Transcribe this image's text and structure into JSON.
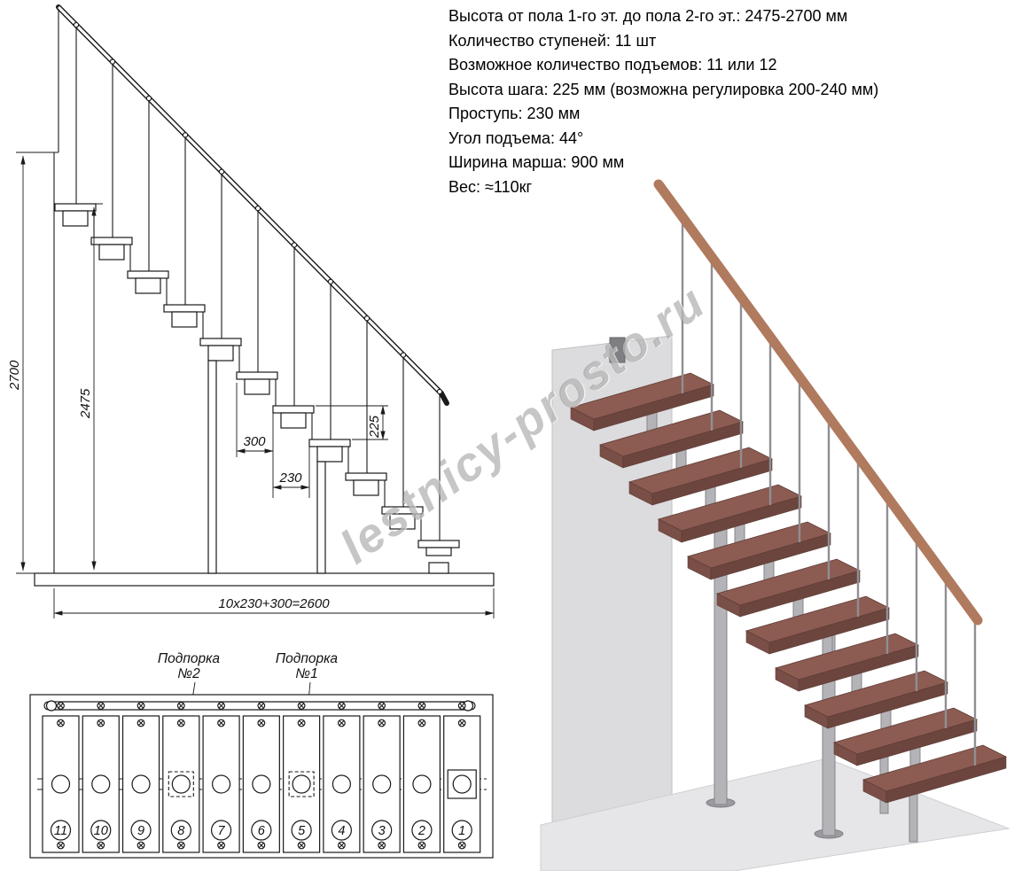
{
  "specs": {
    "lines": [
      "Высота от пола 1-го эт. до пола 2-го эт.: 2475-2700 мм",
      "Количество ступеней: 11 шт",
      "Возможное количество подъемов: 11 или 12",
      "Высота шага: 225 мм (возможна регулировка 200-240 мм)",
      "Проступь: 230 мм",
      "Угол подъема: 44°",
      "Ширина марша: 900 мм",
      "Вес: ≈110кг"
    ]
  },
  "elevation": {
    "steps_count": 11,
    "dims": {
      "total_height": "2700",
      "rail_floor_height": "2475",
      "module_300": "300",
      "tread_230": "230",
      "riser_225": "225",
      "total_run": "10x230+300=2600"
    }
  },
  "plan": {
    "support2_line1": "Подпорка",
    "support2_line2": "№2",
    "support1_line1": "Подпорка",
    "support1_line2": "№1",
    "step_numbers": [
      "11",
      "10",
      "9",
      "8",
      "7",
      "6",
      "5",
      "4",
      "3",
      "2",
      "1"
    ]
  },
  "watermark": "lestnicy-prosto.ru",
  "colors": {
    "line": "#1a1a1a",
    "wood_top": "#8c5b51",
    "wood_front": "#6b453e",
    "metal": "#b4b4b8",
    "wall": "#dcdcde",
    "floor": "#e6e6e9",
    "rail": "#b07a5e"
  }
}
